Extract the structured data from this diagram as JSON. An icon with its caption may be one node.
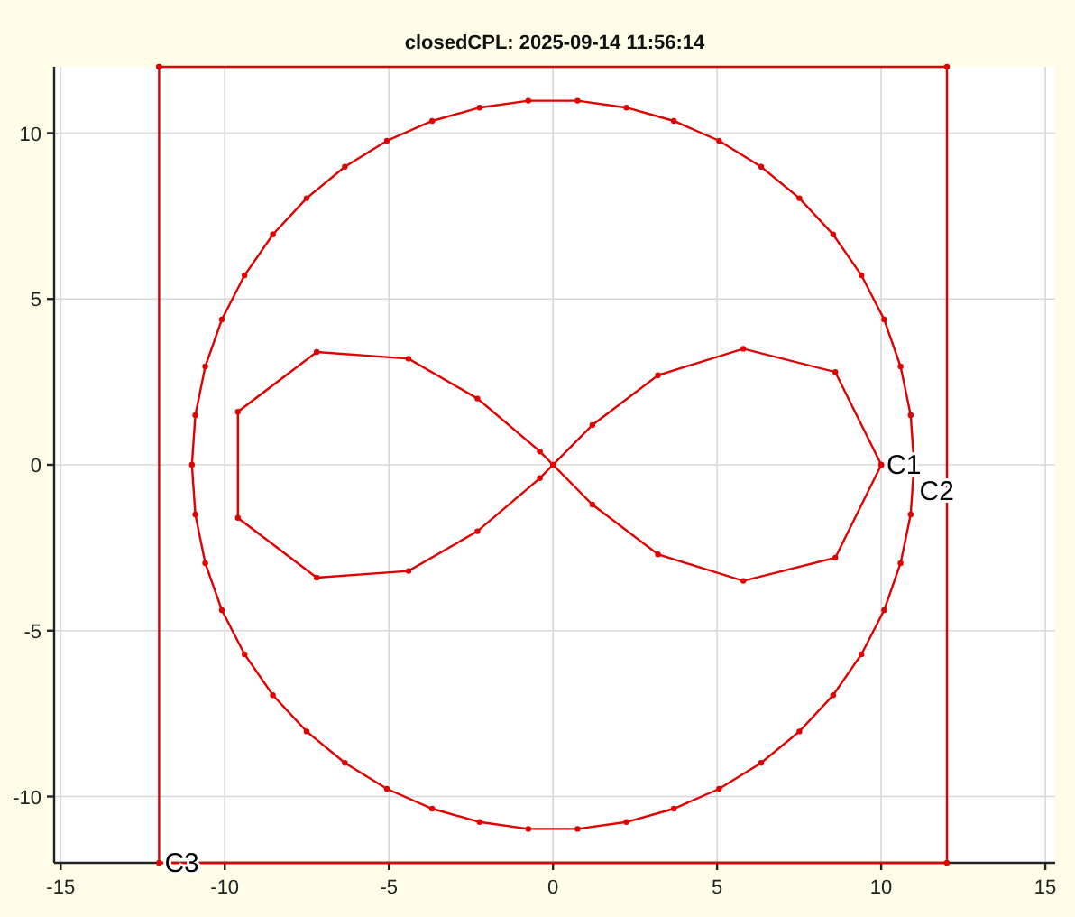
{
  "diagram": {
    "title": "closedCPL: 2025-09-14 11:56:14",
    "labels": [
      "10",
      "5",
      "0",
      "C1",
      "C2",
      "-5",
      "-10",
      "C3",
      "-15",
      "-10",
      "-5",
      "0",
      "5",
      "10",
      "15"
    ]
  }
}
